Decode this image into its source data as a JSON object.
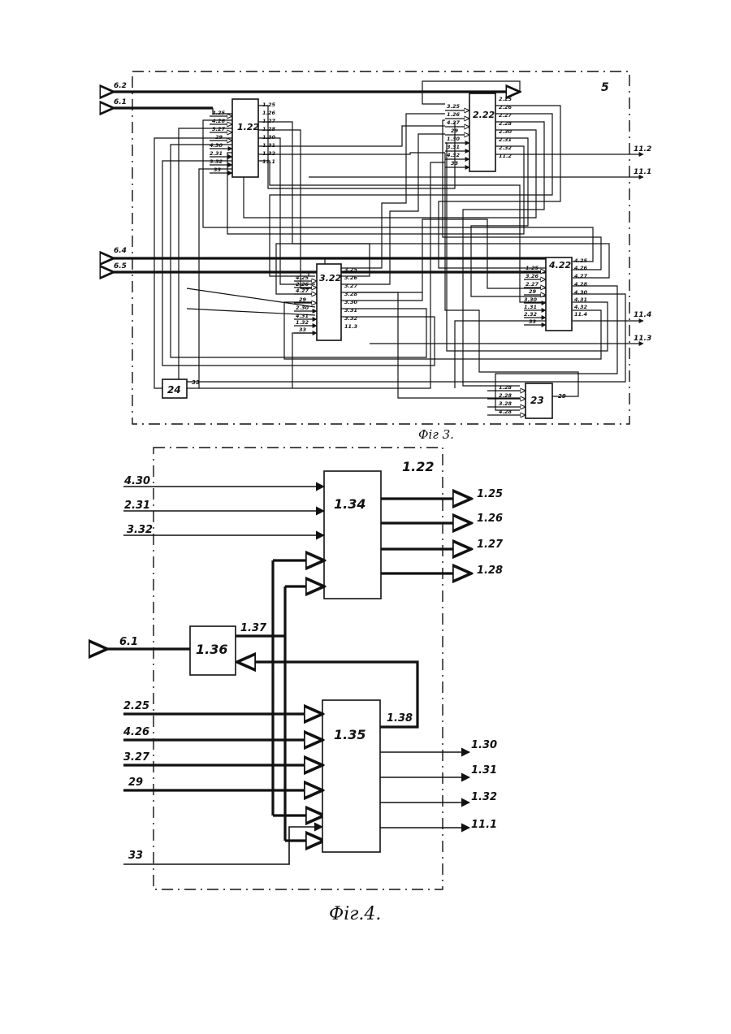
{
  "fig3": {
    "caption": "Фіг 3.",
    "frame_label": "5",
    "inputs": [
      "6.2",
      "6.1",
      "6.4",
      "6.5"
    ],
    "outputs": [
      "11.2",
      "11.1",
      "11.4",
      "11.3"
    ],
    "block_122": {
      "name": "1.22",
      "in": [
        "2.25",
        "4.26",
        "3.27",
        "29",
        "4.30",
        "2.31",
        "3.32",
        "33"
      ],
      "out": [
        "1.25",
        "1.26",
        "1.27",
        "1.28",
        "1.30",
        "1.31",
        "1.32",
        "11.1"
      ]
    },
    "block_222": {
      "name": "2.22",
      "in": [
        "3.25",
        "1.26",
        "4.27",
        "29",
        "1.30",
        "3.31",
        "4.32",
        "33"
      ],
      "out": [
        "2.25",
        "2.26",
        "2.27",
        "2.28",
        "2.30",
        "2.31",
        "2.32",
        "11.2"
      ]
    },
    "block_322": {
      "name": "3.22",
      "in": [
        "4.25",
        "2.26",
        "4.27",
        "29",
        "2.30",
        "4.31",
        "1.32",
        "33"
      ],
      "out": [
        "3.25",
        "3.26",
        "3.27",
        "3.28",
        "3.30",
        "3.31",
        "3.32",
        "11.3"
      ]
    },
    "block_422": {
      "name": "4.22",
      "in": [
        "1.25",
        "3.26",
        "2.27",
        "29",
        "3.30",
        "1.31",
        "2.32",
        "33"
      ],
      "out": [
        "4.25",
        "4.26",
        "4.27",
        "4.28",
        "4.30",
        "4.31",
        "4.32",
        "11.4"
      ]
    },
    "block_24": {
      "name": "24",
      "out": "33"
    },
    "block_23": {
      "name": "23",
      "in": [
        "1.28",
        "2.28",
        "3.28",
        "4.28"
      ],
      "out": "29"
    }
  },
  "fig4": {
    "caption": "Фіг.4.",
    "frame_label": "1.22",
    "block_134": {
      "name": "1.34",
      "in": [
        "4.30",
        "2.31",
        "3.32"
      ],
      "out": [
        "1.25",
        "1.26",
        "1.27",
        "1.28"
      ]
    },
    "block_136": {
      "name": "1.36",
      "in": "6.1",
      "out": "1.37"
    },
    "block_135": {
      "name": "1.35",
      "in": [
        "2.25",
        "4.26",
        "3.27",
        "29",
        "33"
      ],
      "feedback": "1.38",
      "out": [
        "1.30",
        "1.31",
        "1.32",
        "11.1"
      ]
    }
  }
}
